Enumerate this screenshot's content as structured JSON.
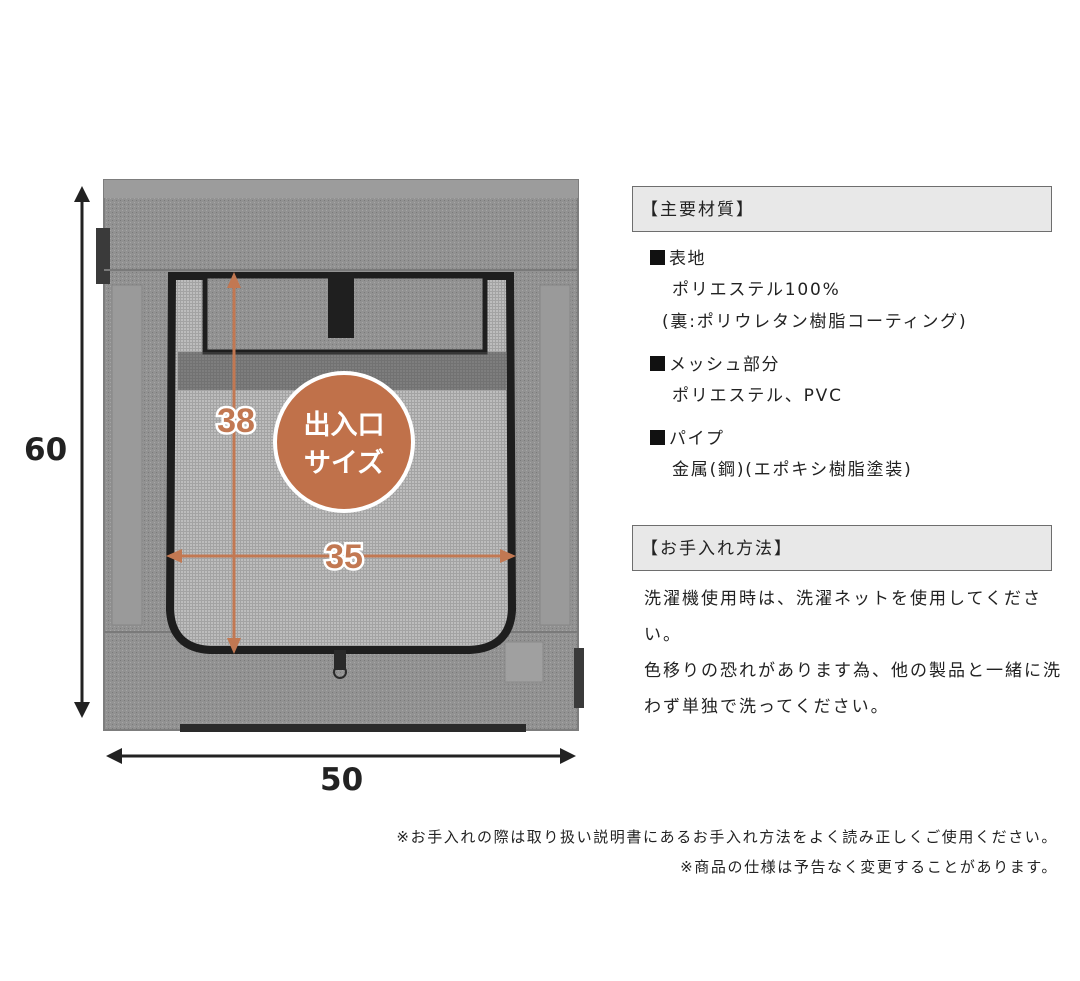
{
  "dimensions": {
    "height": "60",
    "width": "50",
    "opening_height": "38",
    "opening_width": "35",
    "badge_line1": "出入口",
    "badge_line2": "サイズ"
  },
  "colors": {
    "fabric": "#8f8f8f",
    "mesh": "#b9b9b9",
    "arrow_orange": "#c27852",
    "badge": "#c0714a",
    "header_bg": "#e8e8e8"
  },
  "materials": {
    "header": "【主要材質】",
    "items": [
      {
        "title": "表地",
        "lines": [
          "ポリエステル100%",
          "(裏:ポリウレタン樹脂コーティング)"
        ]
      },
      {
        "title": "メッシュ部分",
        "lines": [
          "ポリエステル、PVC"
        ]
      },
      {
        "title": "パイプ",
        "lines": [
          "金属(鋼)(エポキシ樹脂塗装)"
        ]
      }
    ]
  },
  "care": {
    "header": "【お手入れ方法】",
    "text1": "洗濯機使用時は、洗濯ネットを使用してください。",
    "text2": "色移りの恐れがあります為、他の製品と一緒に洗わず単独で洗ってください。"
  },
  "footnotes": [
    "※お手入れの際は取り扱い説明書にあるお手入れ方法をよく読み正しくご使用ください。",
    "※商品の仕様は予告なく変更することがあります。"
  ]
}
